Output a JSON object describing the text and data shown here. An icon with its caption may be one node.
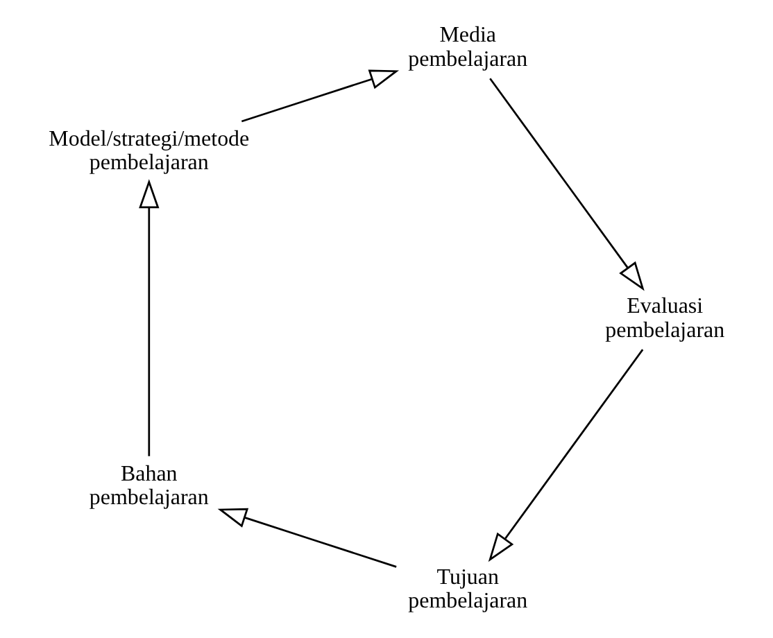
{
  "diagram": {
    "nodes": [
      {
        "text": [
          "Tujuan pembelajaran"
        ]
      },
      {
        "text": [
          "Bahan pembelajaran"
        ]
      },
      {
        "text": [
          "Model/strategi/metode pembelajaran"
        ]
      },
      {
        "text": [
          "Media pembelajaran"
        ]
      },
      {
        "text": [
          "Evaluasi pembelajaran"
        ]
      }
    ],
    "edges": [
      {
        "from": 0,
        "to": 1,
        "arrow": "to"
      },
      {
        "from": 1,
        "to": 2,
        "arrow": "to"
      },
      {
        "from": 2,
        "to": 3,
        "arrow": "to"
      },
      {
        "from": 3,
        "to": 4,
        "arrow": "to"
      },
      {
        "from": 4,
        "to": 0,
        "arrow": "to"
      }
    ]
  }
}
